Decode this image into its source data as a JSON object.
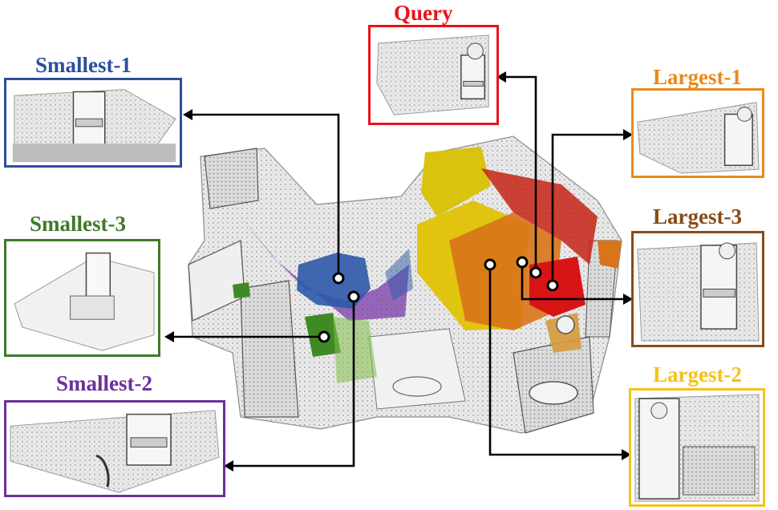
{
  "labels": {
    "query": "Query",
    "smallest_1": "Smallest-1",
    "smallest_2": "Smallest-2",
    "smallest_3": "Smallest-3",
    "largest_1": "Largest-1",
    "largest_2": "Largest-2",
    "largest_3": "Largest-3"
  },
  "colors": {
    "query": "#e8131b",
    "smallest_1": "#2e4e9c",
    "smallest_2": "#6b2f9e",
    "smallest_3": "#3f7a2a",
    "largest_1": "#e88a1c",
    "largest_2": "#f3c21a",
    "largest_3": "#8a4a17",
    "connector": "#000000"
  }
}
